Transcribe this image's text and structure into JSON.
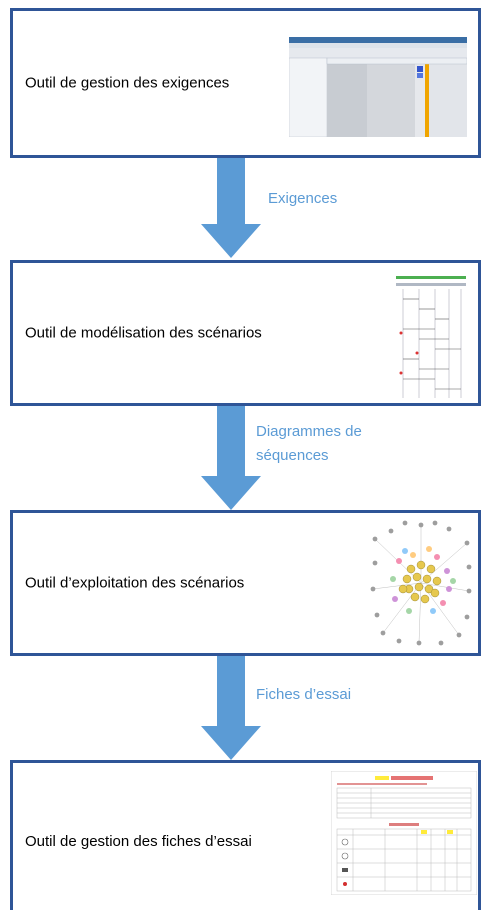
{
  "flow": {
    "steps": [
      {
        "label": "Outil de gestion des exigences",
        "thumbnail_icon": "requirements-tool-screenshot-icon"
      },
      {
        "label": "Outil de modélisation des scénarios",
        "thumbnail_icon": "sequence-diagram-screenshot-icon"
      },
      {
        "label": "Outil d’exploitation des scénarios",
        "thumbnail_icon": "network-graph-screenshot-icon"
      },
      {
        "label": "Outil de gestion des fiches d’essai",
        "thumbnail_icon": "test-sheet-screenshot-icon"
      }
    ],
    "connectors": [
      {
        "label": "Exigences"
      },
      {
        "label": "Diagrammes de séquences"
      },
      {
        "label": "Fiches d’essai"
      }
    ]
  },
  "colors": {
    "box_border": "#2f5597",
    "arrow_fill": "#5b9bd5",
    "connector_text": "#5b9bd5"
  }
}
